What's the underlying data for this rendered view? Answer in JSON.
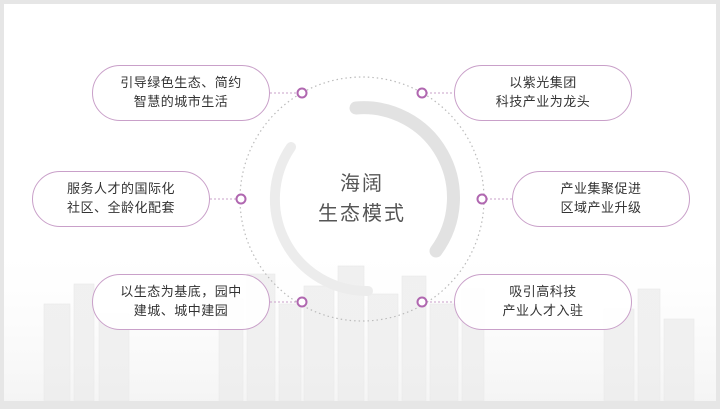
{
  "center": {
    "line1": "海阔",
    "line2": "生态模式"
  },
  "items": [
    {
      "line1": "引导绿色生态、简约",
      "line2": "智慧的城市生活"
    },
    {
      "line1": "以紫光集团",
      "line2": "科技产业为龙头"
    },
    {
      "line1": "服务人才的国际化",
      "line2": "社区、全龄化配套"
    },
    {
      "line1": "产业集聚促进",
      "line2": "区域产业升级"
    },
    {
      "line1": "以生态为基底，园中",
      "line2": "建城、城中建园"
    },
    {
      "line1": "吸引高科技",
      "line2": "产业人才入驻"
    }
  ],
  "colors": {
    "accent": "#b067b0",
    "border": "#c9a0c9",
    "text": "#333333",
    "center_text": "#555555"
  }
}
